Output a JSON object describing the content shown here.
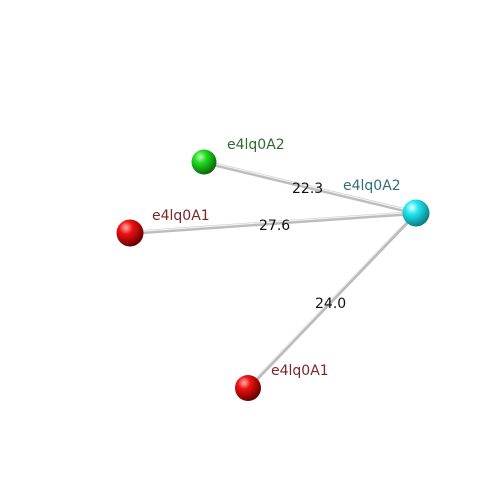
{
  "nodes": [
    {
      "id": "n1",
      "label": "e4lq0A2",
      "color": "green",
      "label_color": "#2e6b2e"
    },
    {
      "id": "n2",
      "label": "e4lq0A2",
      "color": "cyan",
      "label_color": "#2f6f75"
    },
    {
      "id": "n3",
      "label": "e4lq0A1",
      "color": "red",
      "label_color": "#7a2626"
    },
    {
      "id": "n4",
      "label": "e4lq0A1",
      "color": "red",
      "label_color": "#7a2626"
    }
  ],
  "edges": [
    {
      "from": "n1",
      "to": "n2",
      "label": "22.3"
    },
    {
      "from": "n3",
      "to": "n2",
      "label": "27.6"
    },
    {
      "from": "n4",
      "to": "n2",
      "label": "24.0"
    }
  ]
}
